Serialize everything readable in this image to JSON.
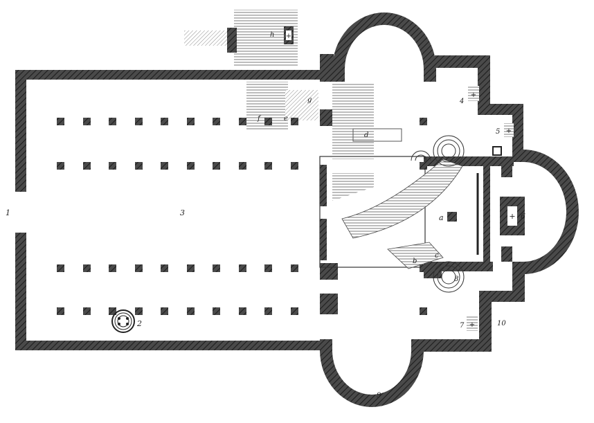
{
  "colors": {
    "wall": "#3a3a3a",
    "hatch": "#8a8a8a",
    "ink": "#222222",
    "paper": "#ffffff"
  },
  "labels": {
    "n1": "1",
    "n2": "2",
    "n3": "3",
    "n4": "4",
    "n5": "5",
    "n6": "6",
    "n7": "7",
    "n8": "8",
    "n9": "9",
    "n10": "10",
    "a": "a",
    "b": "b",
    "c": "c",
    "d": "d",
    "e": "e",
    "f": "f",
    "g": "g",
    "h": "h"
  },
  "icons": {
    "altar": "cross-icon",
    "font": "baptismal-font-icon"
  }
}
